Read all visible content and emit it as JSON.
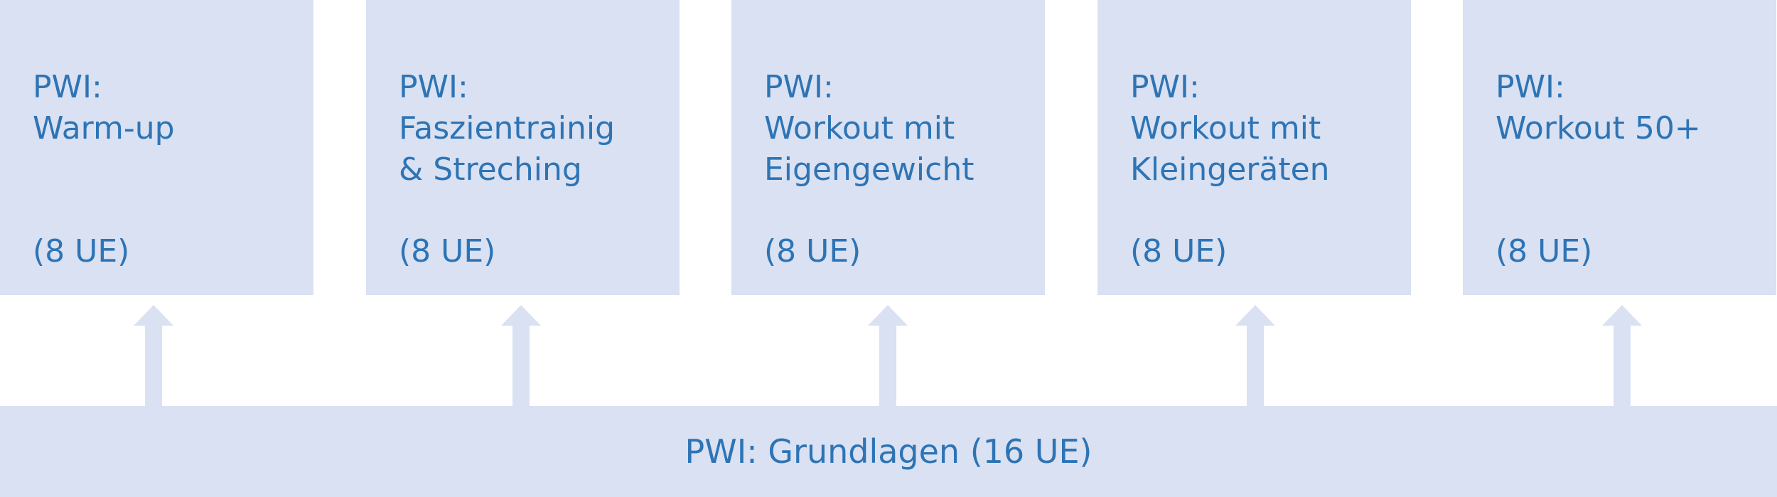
{
  "colors": {
    "box_fill": "#d9e1f2",
    "text": "#2e74b5",
    "arrow": "#d9e1f2",
    "background": "#ffffff"
  },
  "modules": [
    {
      "line1": "PWI:",
      "line2": "Warm-up",
      "line3": "",
      "hours": "(8 UE)"
    },
    {
      "line1": "PWI:",
      "line2": "Faszientrainig",
      "line3": "& Streching",
      "hours": "(8 UE)"
    },
    {
      "line1": "PWI:",
      "line2": "Workout mit",
      "line3": "Eigengewicht",
      "hours": "(8 UE)"
    },
    {
      "line1": "PWI:",
      "line2": "Workout mit",
      "line3": "Kleingeräten",
      "hours": "(8 UE)"
    },
    {
      "line1": "PWI:",
      "line2": "Workout 50+",
      "line3": "",
      "hours": "(8 UE)"
    }
  ],
  "foundation": {
    "label": "PWI: Grundlagen (16 UE)"
  }
}
